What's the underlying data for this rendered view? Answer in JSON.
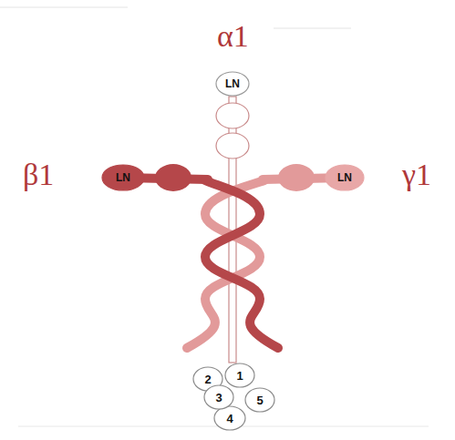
{
  "diagram": {
    "nodes": [
      {
        "text": [
          "LN"
        ]
      },
      {
        "text": [
          "LN"
        ]
      },
      {
        "text": [
          "LN"
        ]
      },
      {
        "text": [
          "1"
        ]
      },
      {
        "text": [
          "2"
        ]
      },
      {
        "text": [
          "3"
        ]
      },
      {
        "text": [
          "4"
        ]
      },
      {
        "text": [
          "5"
        ]
      }
    ],
    "edges": [
      {
        "from": 0,
        "to": 3,
        "arrow": "none"
      }
    ],
    "labels": [
      "α1",
      "β1",
      "γ1"
    ]
  }
}
